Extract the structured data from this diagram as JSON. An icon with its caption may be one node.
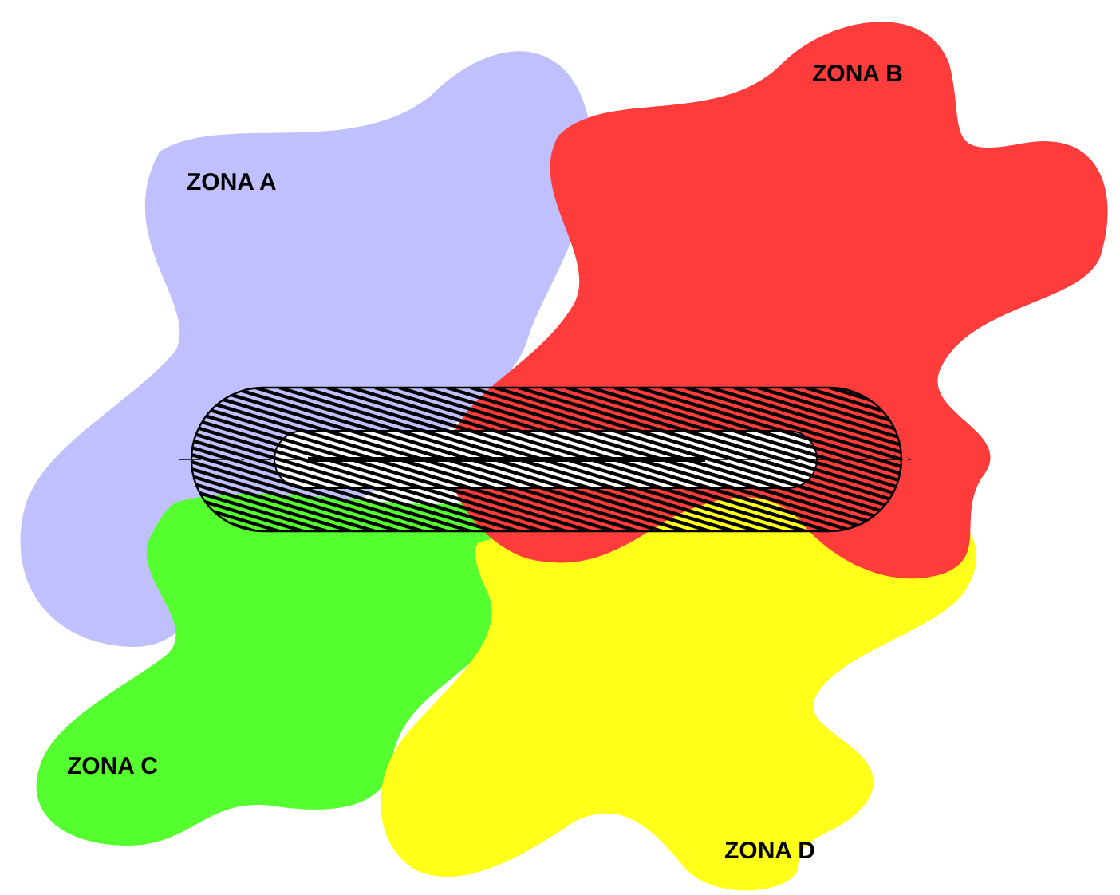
{
  "diagram": {
    "nodes": [
      {
        "text": [
          "ZONA A"
        ]
      },
      {
        "text": [
          "ZONA B"
        ]
      },
      {
        "text": [
          "ZONA C"
        ]
      },
      {
        "text": [
          "ZONA D"
        ]
      }
    ],
    "edges": []
  }
}
